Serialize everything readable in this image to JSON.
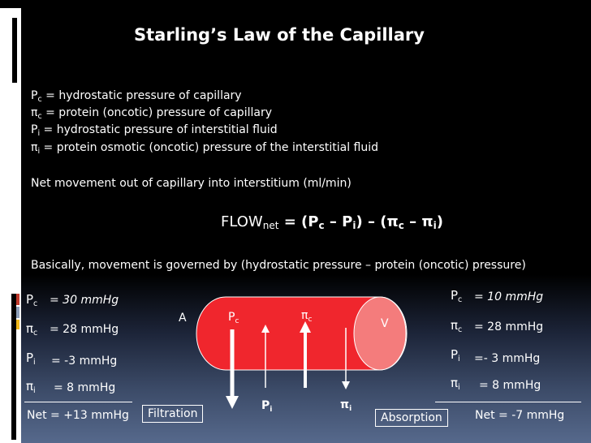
{
  "title": "Starling’s Law of the Capillary",
  "definitions": [
    {
      "sym": "P",
      "sub": "c",
      "text": " = hydrostatic pressure of capillary"
    },
    {
      "sym": "π",
      "sub": "c",
      "text": " = protein (oncotic) pressure of capillary"
    },
    {
      "sym": "P",
      "sub": "i",
      "text": " = hydrostatic pressure of interstitial fluid"
    },
    {
      "sym": "π",
      "sub": "i",
      "text": " = protein osmotic (oncotic) pressure of the interstitial fluid"
    }
  ],
  "net_movement": "Net movement out of capillary into interstitium (ml/min)",
  "formula": {
    "lhs": "FLOW",
    "lhs_sub": "net",
    "eq": " = (P",
    "s1": "c",
    "m1": " – P",
    "s2": "i",
    "m2": ") – (π",
    "s3": "c",
    "m3": " – π",
    "s4": "i",
    "end": ")"
  },
  "basically": "Basically, movement is governed by (hydrostatic pressure – protein (oncotic) pressure)",
  "left_values": [
    {
      "sym": "P",
      "sub": "c",
      "value": "= 30 mmHg"
    },
    {
      "sym": "π",
      "sub": "c",
      "value": "= 28 mmHg"
    },
    {
      "sym": "P",
      "sub": "i",
      "value": "= -3 mmHg"
    },
    {
      "sym": "π",
      "sub": "i",
      "value": "= 8 mmHg"
    }
  ],
  "left_net": "Net = +13 mmHg",
  "right_values": [
    {
      "sym": "P",
      "sub": "c",
      "value": "= 10 mmHg"
    },
    {
      "sym": "π",
      "sub": "c",
      "value": "= 28 mmHg"
    },
    {
      "sym": "P",
      "sub": "i",
      "value": "=- 3 mmHg"
    },
    {
      "sym": "π",
      "sub": "i",
      "value": "= 8 mmHg"
    }
  ],
  "right_net": "Net = -7 mmHg",
  "filtration": "Filtration",
  "absorption": "Absorption",
  "diagram": {
    "a_label": "A",
    "v_label": "V",
    "pc": "P",
    "pc_sub": "c",
    "pic": "π",
    "pic_sub": "c",
    "pi": "P",
    "pi_sub": "i",
    "pii": "π",
    "pii_sub": "i",
    "fill_color": "#f0262d",
    "cap_color": "#f47c7c"
  }
}
